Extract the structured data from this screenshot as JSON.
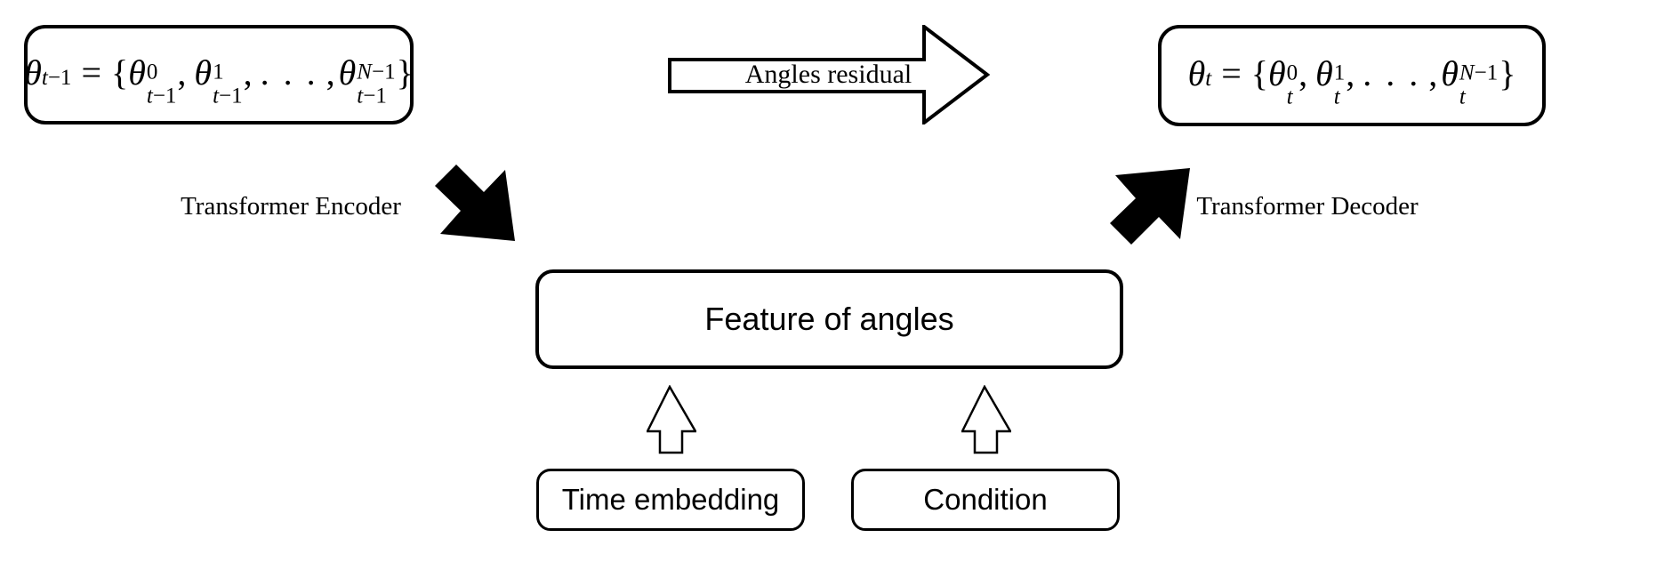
{
  "colors": {
    "ink": "#000000",
    "background": "#ffffff"
  },
  "formula_prev": {
    "base": "θ",
    "base_sub_var": "t",
    "base_sub_rest": "−1",
    "equals": "=",
    "open_brace": "{",
    "terms": [
      {
        "base": "θ",
        "sup_var": "",
        "sup_rest": "0",
        "sub_var": "t",
        "sub_rest": "−1"
      },
      {
        "base": "θ",
        "sup_var": "",
        "sup_rest": "1",
        "sub_var": "t",
        "sub_rest": "−1"
      },
      {
        "base": "θ",
        "sup_var": "N",
        "sup_rest": "−1",
        "sub_var": "t",
        "sub_rest": "−1"
      }
    ],
    "sep": ",",
    "dots": ". . .",
    "close_brace": "}"
  },
  "formula_t": {
    "base": "θ",
    "base_sub_var": "t",
    "base_sub_rest": "",
    "equals": "=",
    "open_brace": "{",
    "terms": [
      {
        "base": "θ",
        "sup_var": "",
        "sup_rest": "0",
        "sub_var": "t",
        "sub_rest": ""
      },
      {
        "base": "θ",
        "sup_var": "",
        "sup_rest": "1",
        "sub_var": "t",
        "sub_rest": ""
      },
      {
        "base": "θ",
        "sup_var": "N",
        "sup_rest": "−1",
        "sub_var": "t",
        "sub_rest": ""
      }
    ],
    "sep": ",",
    "dots": ". . .",
    "close_brace": "}"
  },
  "labels": {
    "angles_residual": "Angles residual",
    "encoder": "Transformer Encoder",
    "decoder": "Transformer Decoder"
  },
  "boxes": {
    "feature": "Feature of angles",
    "time_embedding": "Time embedding",
    "condition": "Condition"
  }
}
